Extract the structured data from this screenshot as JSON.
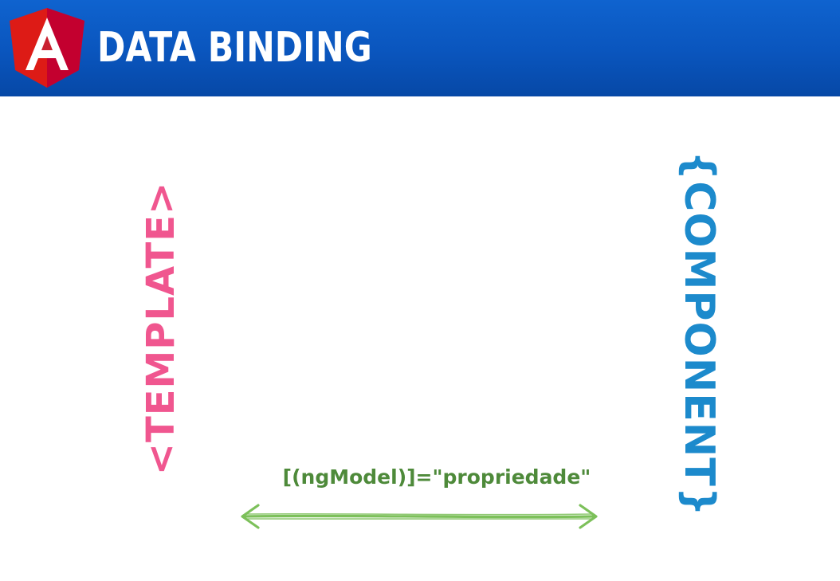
{
  "header": {
    "title": "DATA BINDING",
    "logo_icon": "angular-logo",
    "logo_letter": "A"
  },
  "diagram": {
    "template_label": "<TEMPLATE>",
    "component_label": "{COMPONENT}",
    "binding_syntax": "[(ngModel)]=\"propriedade\"",
    "arrow_icon": "double-headed-arrow-icon"
  },
  "colors": {
    "header_blue": "#0a55bd",
    "angular_red": "#dd1b16",
    "template_pink": "#f0568f",
    "component_blue": "#1c8acc",
    "binding_green": "#4e8a3a",
    "arrow_green": "#7cc05a"
  }
}
